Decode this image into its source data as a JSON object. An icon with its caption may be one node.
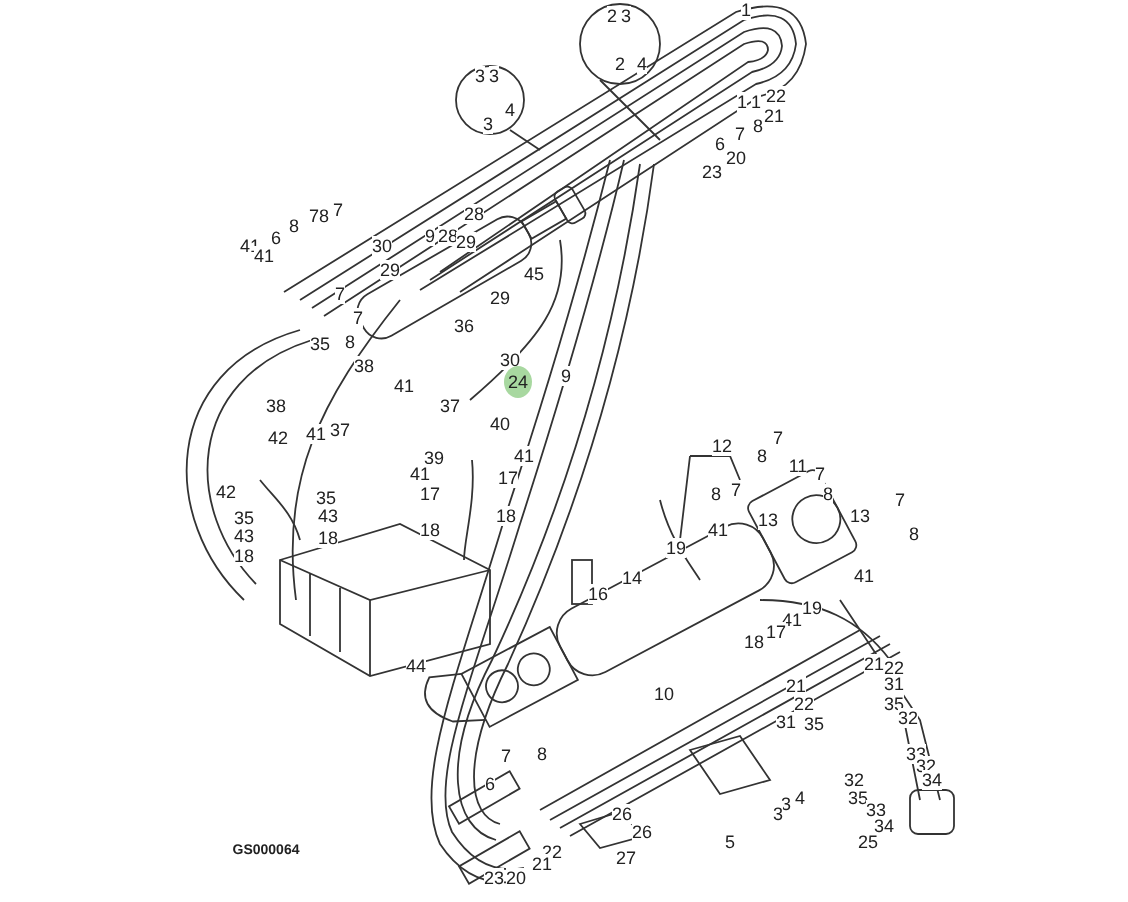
{
  "diagram": {
    "labels": [
      "2",
      "3",
      "2",
      "4",
      "1",
      "3",
      "3",
      "4",
      "3",
      "22",
      "1",
      "1",
      "21",
      "8",
      "7",
      "6",
      "20",
      "23",
      "28",
      "8",
      "7",
      "8",
      "7",
      "6",
      "41",
      "41",
      "9",
      "28",
      "29",
      "30",
      "29",
      "45",
      "29",
      "7",
      "36",
      "7",
      "35",
      "8",
      "30",
      "38",
      "9",
      "24",
      "41",
      "38",
      "37",
      "40",
      "37",
      "41",
      "42",
      "12",
      "7",
      "8",
      "41",
      "39",
      "11",
      "7",
      "41",
      "17",
      "7",
      "8",
      "8",
      "42",
      "17",
      "35",
      "7",
      "18",
      "43",
      "35",
      "13",
      "13",
      "41",
      "18",
      "8",
      "43",
      "18",
      "19",
      "18",
      "41",
      "14",
      "16",
      "19",
      "41",
      "17",
      "18",
      "21",
      "44",
      "22",
      "31",
      "21",
      "10",
      "22",
      "35",
      "32",
      "31",
      "35",
      "33",
      "7",
      "8",
      "32",
      "34",
      "32",
      "6",
      "4",
      "35",
      "3",
      "33",
      "26",
      "3",
      "34",
      "26",
      "5",
      "25",
      "GS000064",
      "22",
      "27",
      "21",
      "23",
      "20"
    ]
  }
}
